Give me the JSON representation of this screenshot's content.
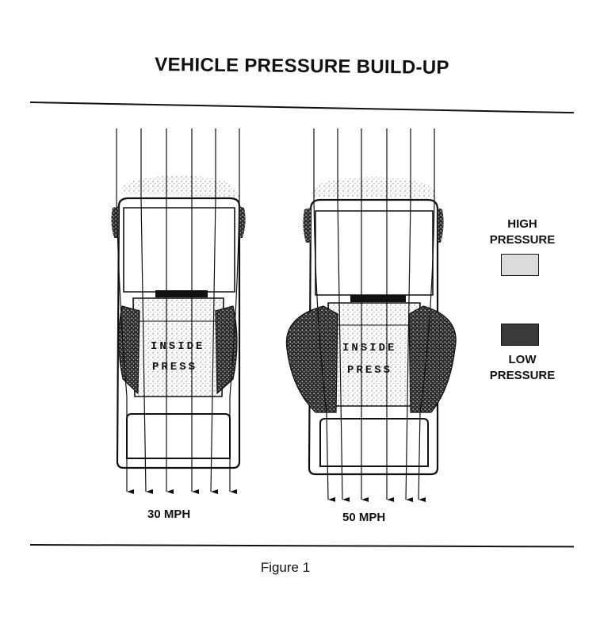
{
  "title": "VEHICLE PRESSURE BUILD-UP",
  "vehicles": [
    {
      "speed": "30 MPH",
      "inside_line1": "INSIDE",
      "inside_line2": "PRESS"
    },
    {
      "speed": "50 MPH",
      "inside_line1": "INSIDE",
      "inside_line2": "PRESS"
    }
  ],
  "legend": {
    "high": "HIGH\nPRESSURE",
    "low": "LOW\nPRESSURE"
  },
  "caption": "Figure 1",
  "colors": {
    "ink": "#111111",
    "high_pressure": "#dcdcdc",
    "low_pressure": "#3a3a3a"
  }
}
